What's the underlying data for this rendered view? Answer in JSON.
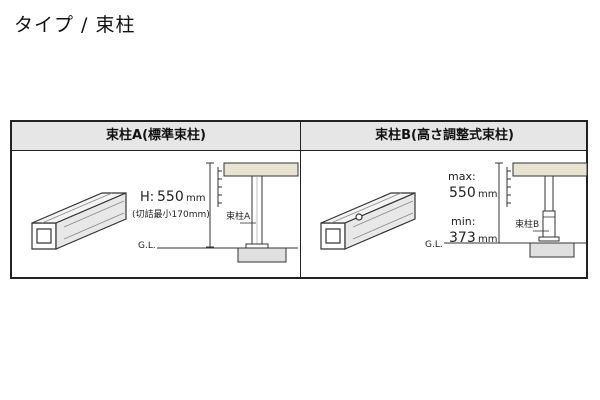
{
  "page": {
    "heading": "タイプ / 束柱"
  },
  "columns": [
    {
      "title": "束柱A(標準束柱)",
      "height_prefix": "H:",
      "height_value": "550",
      "height_unit": "mm",
      "cut_note": "(切詰最小170mm)",
      "post_label": "束柱A",
      "ground_label": "G.L."
    },
    {
      "title": "束柱B(高さ調整式束柱)",
      "max_label": "max:",
      "max_value": "550",
      "max_unit": "mm",
      "min_label": "min:",
      "min_value": "373",
      "min_unit": "mm",
      "post_label": "束柱B",
      "ground_label": "G.L."
    }
  ],
  "colors": {
    "line": "#222222",
    "header_bg": "#e6e6e6",
    "deck": "#e9e4d2"
  }
}
